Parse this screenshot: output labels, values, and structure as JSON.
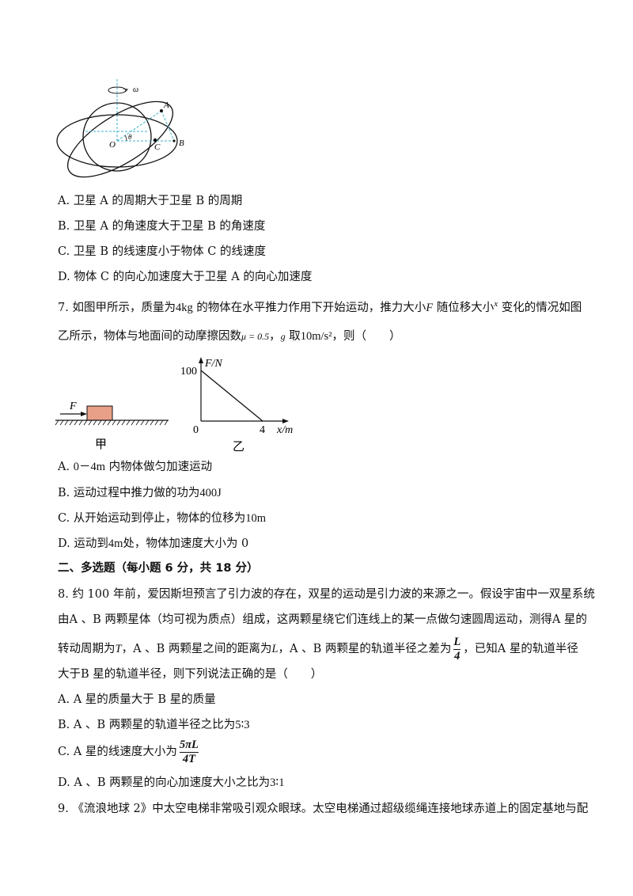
{
  "fig6": {
    "omega": "ω",
    "A": "A",
    "B": "B",
    "C": "C",
    "O": "O",
    "theta": "θ"
  },
  "q6": {
    "optA": "A. 卫星 A 的周期大于卫星 B 的周期",
    "optB": "B. 卫星 A 的角速度大于卫星 B 的角速度",
    "optC": "C. 卫星 B 的线速度小于物体 C 的线速度",
    "optD": "D. 物体 C 的向心加速度大于卫星 A 的向心加速度"
  },
  "q7": {
    "l1a": "7. 如图甲所示，质量为",
    "l1m": "4kg",
    "l1b": " 的物体在水平推力作用下开始运动，推力大小",
    "l1F": "F",
    "l1c": " 随位移大小",
    "l1x": "x",
    "l1d": " 变化的情况如图",
    "l2a": "乙所示，物体与地面间的动摩擦因数",
    "l2mu": "μ = 0.5",
    "l2b": "，",
    "l2g": "g",
    "l2c": " 取",
    "l2gv": "10m/s²",
    "l2d": "，则（　　）",
    "figA": {
      "F": "F",
      "label": "甲"
    },
    "figB": {
      "ylabel": "F/N",
      "y100": "100",
      "zero": "0",
      "x4": "4",
      "xlabel": "x/m",
      "label": "乙"
    },
    "optA_pre": "A. ",
    "optA_m": "0－4m",
    "optA_post": " 内物体做匀加速运动",
    "optB_pre": "B. 运动过程中推力做的功为",
    "optB_m": "400J",
    "optC_pre": "C. 从开始运动到停止，物体的位移为",
    "optC_m": "10m",
    "optD_pre": "D. 运动到",
    "optD_m": "4m",
    "optD_post": "处，物体加速度大小为 0"
  },
  "section2": {
    "title": "二、多选题（每小题 6 分，共 18 分）"
  },
  "q8": {
    "l1": "8. 约 100 年前，爱因斯坦预言了引力波的存在，双星的运动是引力波的来源之一。假设宇宙中一双星系统",
    "l2": "由A 、B 两颗星体（均可视为质点）组成，这两颗星绕它们连线上的某一点做匀速圆周运动，测得A 星的",
    "l3a": "转动周期为",
    "l3T": "T",
    "l3b": "，A 、B 两颗星之间的距离为",
    "l3L": "L",
    "l3c": "，A 、B 两颗星的轨道半径之差为",
    "l3num": "L",
    "l3den": "4",
    "l3d": "，已知A 星的轨道半径",
    "l4": "大于B 星的轨道半径，则下列说法正确的是（　　）",
    "optA": "A. A 星的质量大于 B 星的质量",
    "optB_pre": "B. A 、B 两颗星的轨道半径之比为",
    "optB_m": "5∶3",
    "optC_pre": "C. A 星的线速度大小为",
    "optC_num": "5πL",
    "optC_den": "4T",
    "optD_pre": "D. A 、B 两颗星的向心加速度大小之比为",
    "optD_m": "3∶1"
  },
  "q9": {
    "l1": "9. 《流浪地球 2》中太空电梯非常吸引观众眼球。太空电梯通过超级缆绳连接地球赤道上的固定基地与配"
  }
}
